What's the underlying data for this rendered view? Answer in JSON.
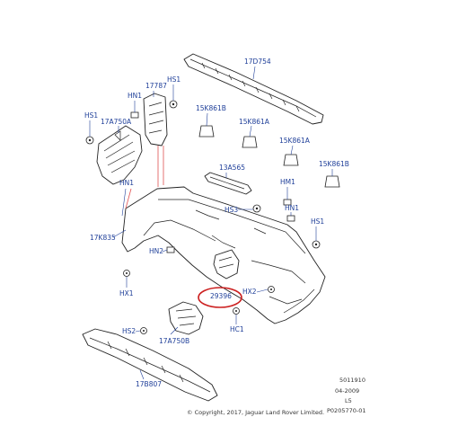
{
  "labels": {
    "l17D754": "17D754",
    "l17787": "17787",
    "lHS1a": "HS1",
    "lHN1a": "HN1",
    "lHS1b": "HS1",
    "l17A750A": "17A750A",
    "l15K861B_a": "15K861B",
    "l15K861A_a": "15K861A",
    "l15K861A_b": "15K861A",
    "l15K861B_b": "15K861B",
    "lHN1b": "HN1",
    "l13A565": "13A565",
    "lHM1": "HM1",
    "lHS3": "HS3",
    "lHN1c": "HN1",
    "lHS1c": "HS1",
    "l17K835": "17K835",
    "lHN2": "HN2",
    "lHX1": "HX1",
    "l29396": "29396",
    "lHX2": "HX2",
    "lHC1": "HC1",
    "lHS2": "HS2",
    "l17A750B": "17A750B",
    "l17B807": "17B807"
  },
  "footer": {
    "ref_number": "5011910",
    "date": "04-2009",
    "code": "L5",
    "image_id": "P0205770-01",
    "copyright": "© Copyright, 2017, Jaguar Land Rover Limited."
  },
  "colors": {
    "label_blue": "#1f3f99",
    "highlight_red": "#cc2020",
    "leader_red": "#e05050",
    "line": "#222222"
  }
}
